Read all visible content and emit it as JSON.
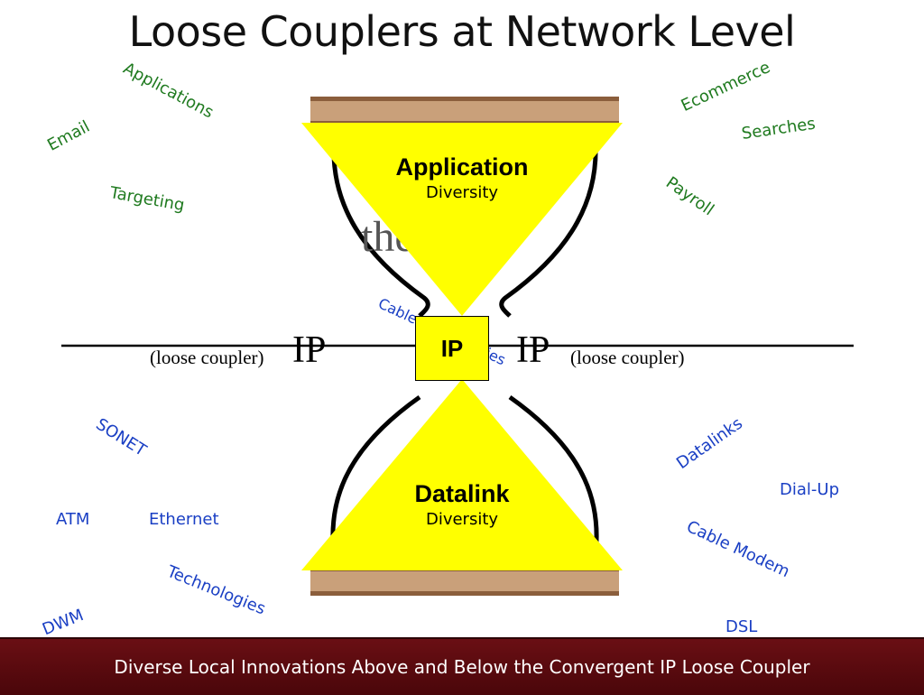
{
  "title": "Loose Couplers at Network Level",
  "hourglass": {
    "application_title": "Application",
    "application_sub": "Diversity",
    "ip_box": "IP",
    "datalink_title": "Datalink",
    "datalink_sub": "Diversity",
    "left_ip": "IP",
    "right_ip": "IP",
    "left_coupler": "(loose coupler)",
    "right_coupler": "(loose coupler)",
    "image_text_top": "the waist",
    "overlap_text": "Cable Technologies"
  },
  "upper_terms": [
    "Applications",
    "Email",
    "Targeting",
    "Ecommerce",
    "Searches",
    "Payroll"
  ],
  "lower_terms": [
    "SONET",
    "ATM",
    "Ethernet",
    "Technologies",
    "DWM",
    "Datalinks",
    "Dial-Up",
    "Cable Modem",
    "DSL"
  ],
  "footer": "Diverse Local Innovations Above and Below the Convergent IP Loose Coupler",
  "colors": {
    "triangle": "#ffff00",
    "upper_terms": "#1f7a1f",
    "lower_terms": "#1a3fc4",
    "footer_bg": "#5a0a10"
  }
}
